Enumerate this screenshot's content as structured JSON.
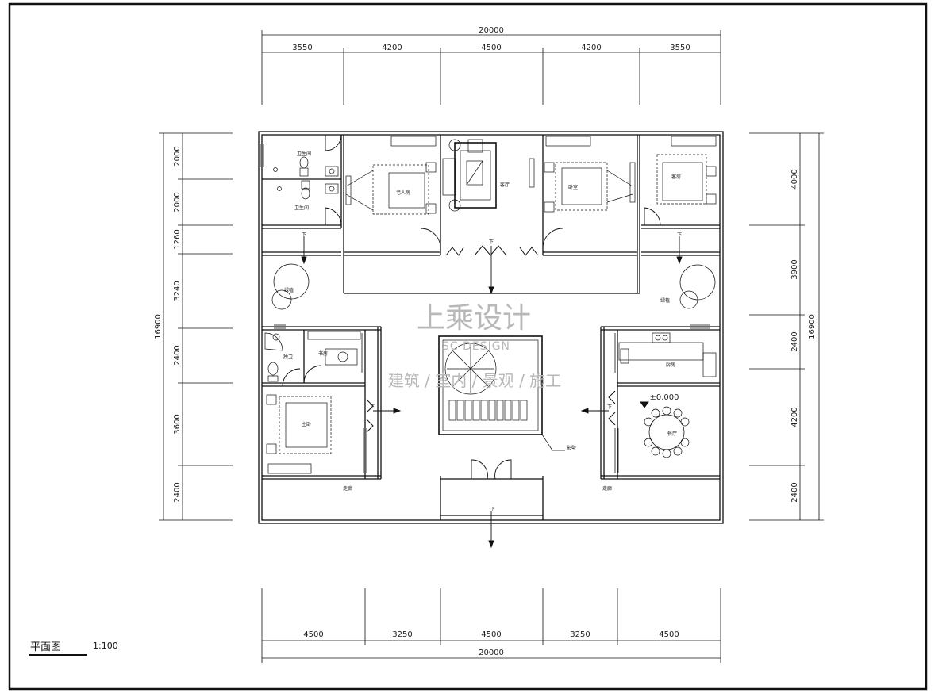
{
  "drawing": {
    "title": "平面图",
    "scale": "1:100"
  },
  "dimensions": {
    "top_total": "20000",
    "top_segments": [
      "3550",
      "4200",
      "4500",
      "4200",
      "3550"
    ],
    "bottom_segments": [
      "4500",
      "3250",
      "4500",
      "3250",
      "4500"
    ],
    "bottom_total": "20000",
    "left_segments": [
      "2000",
      "2000",
      "1260",
      "3240",
      "2400",
      "3600",
      "2400"
    ],
    "left_total": "16900",
    "right_segments": [
      "4000",
      "3900",
      "2400",
      "4200",
      "2400"
    ],
    "right_total": "16900"
  },
  "rooms": {
    "bath_top": "卫生间",
    "bath_second": "卫生间",
    "elder_bedroom": "老人房",
    "living_room": "客厅",
    "bedroom": "卧室",
    "guest_room": "客房",
    "courtyard_left": "绿植",
    "courtyard_right": "绿植",
    "ensuite": "独卫",
    "study": "书房",
    "kitchen": "厨房",
    "master_bedroom": "主卧",
    "dining_room": "餐厅",
    "corridor_left": "走廊",
    "corridor_right": "走廊",
    "screen_wall": "影壁"
  },
  "markers": {
    "level": "±0.000",
    "down": "下"
  },
  "watermark": {
    "brand": "上乘设计",
    "brand_en": "SC DESIGN",
    "services": "建筑 / 室内 / 景观 / 施工"
  },
  "colors": {
    "line": "#111111",
    "watermark": "#b8b8b8"
  }
}
